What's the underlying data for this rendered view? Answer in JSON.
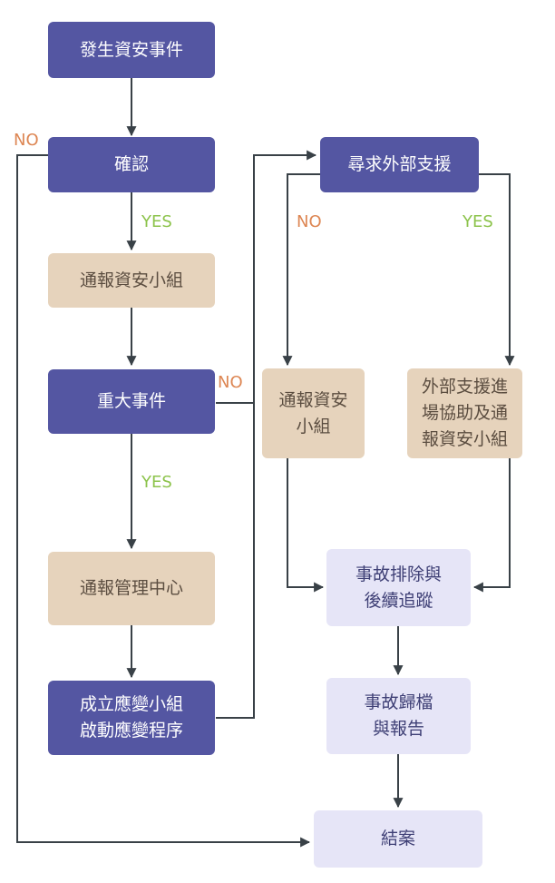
{
  "colors": {
    "primary_box": "#5456a2",
    "secondary_box": "#e6d3bc",
    "tertiary_box": "#e6e5f7",
    "connector": "#394147",
    "yes_label": "#8cc34b",
    "no_label": "#dd8653"
  },
  "nodes": {
    "incident_occurs": "發生資安事件",
    "confirm": "確認",
    "notify_security_team": "通報資安小組",
    "major_incident": "重大事件",
    "notify_management_center": "通報管理中心",
    "form_response_team": "成立應變小組\n啟動應變程序",
    "seek_external_support": "尋求外部支援",
    "notify_security_team_2": "通報資安\n小組",
    "external_support_onsite": "外部支援進\n場協助及通\n報資安小組",
    "troubleshoot_followup": "事故排除與\n後續追蹤",
    "archive_report": "事故歸檔\n與報告",
    "close_case": "結案"
  },
  "labels": {
    "confirm_no": "NO",
    "confirm_yes": "YES",
    "major_no": "NO",
    "major_yes": "YES",
    "external_no": "NO",
    "external_yes": "YES"
  }
}
